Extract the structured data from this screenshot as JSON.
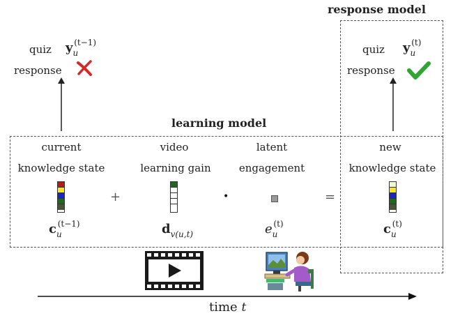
{
  "response_model_title": "response model",
  "learning_model_title": "learning model",
  "quiz_prev": {
    "line1": "quiz",
    "line2": "response",
    "symbol": "y",
    "sub": "u",
    "sup": "(t−1)"
  },
  "quiz_curr": {
    "line1": "quiz",
    "line2": "response",
    "symbol": "y",
    "sub": "u",
    "sup": "(t)"
  },
  "current_state": {
    "line1": "current",
    "line2": "knowledge state",
    "symbol": "c",
    "sub": "u",
    "sup": "(t−1)"
  },
  "video_gain": {
    "line1": "video",
    "line2": "learning gain",
    "symbol": "d",
    "sub": "v(u,t)"
  },
  "engagement": {
    "line1": "latent",
    "line2": "engagement",
    "symbol": "e",
    "sub": "u",
    "sup": "(t)"
  },
  "new_state": {
    "line1": "new",
    "line2": "knowledge state",
    "symbol": "c",
    "sub": "u",
    "sup": "(t)"
  },
  "operators": {
    "plus": "+",
    "dot": "•",
    "equals": "="
  },
  "time_axis": {
    "label": "time",
    "var": "t"
  },
  "icons": {
    "incorrect": "red-x-icon",
    "correct": "green-check-icon",
    "video": "film-play-icon",
    "learner": "student-computer-icon"
  },
  "colors": {
    "red": "#b11d1d",
    "yellow": "#f2e72a",
    "blue": "#1a24c8",
    "green": "#1d6a1d",
    "olive": "#46553a",
    "check": "#2fa532",
    "cross": "#d22a2a",
    "gray": "#9a9a9a"
  }
}
